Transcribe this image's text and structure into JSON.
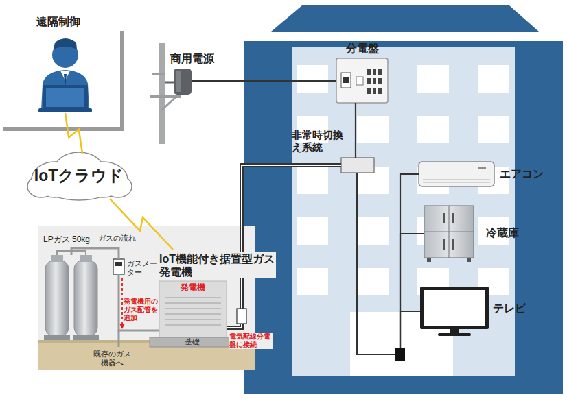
{
  "diagram": {
    "nodes": [
      {
        "text": [
          "遠隔制御"
        ]
      },
      {
        "text": [
          "IoTクラウド"
        ]
      },
      {
        "text": [
          "商用電源"
        ]
      },
      {
        "text": [
          "分電盤"
        ]
      },
      {
        "text": [
          "非常時切換え系統"
        ]
      },
      {
        "text": [
          "エアコン"
        ]
      },
      {
        "text": [
          "冷蔵庫"
        ]
      },
      {
        "text": [
          "テレビ"
        ]
      },
      {
        "text": [
          "LPガス 50kg"
        ]
      },
      {
        "text": [
          "ガスメーター"
        ]
      },
      {
        "text": [
          "IoT機能付き据置型ガス発電機",
          "発電機"
        ]
      },
      {
        "text": [
          "基礎"
        ]
      }
    ],
    "edges": [
      {
        "from": 0,
        "to": 1,
        "arrow": "none"
      },
      {
        "from": 1,
        "to": 10,
        "arrow": "none"
      },
      {
        "from": 2,
        "to": 3,
        "arrow": "none"
      },
      {
        "from": 3,
        "to": 4,
        "arrow": "none"
      },
      {
        "from": 4,
        "to": 5,
        "arrow": "none"
      },
      {
        "from": 4,
        "to": 6,
        "arrow": "none"
      },
      {
        "from": 4,
        "to": 7,
        "arrow": "none"
      },
      {
        "from": 10,
        "to": 4,
        "arrow": "none"
      },
      {
        "from": 8,
        "to": 9,
        "arrow": "none"
      },
      {
        "from": 9,
        "to": 10,
        "arrow": "none"
      }
    ],
    "labels": [
      "ガスの流れ",
      "発電機用のガス配管を追加",
      "既存のガス機器へ",
      "電気配線分電盤に接続"
    ]
  }
}
